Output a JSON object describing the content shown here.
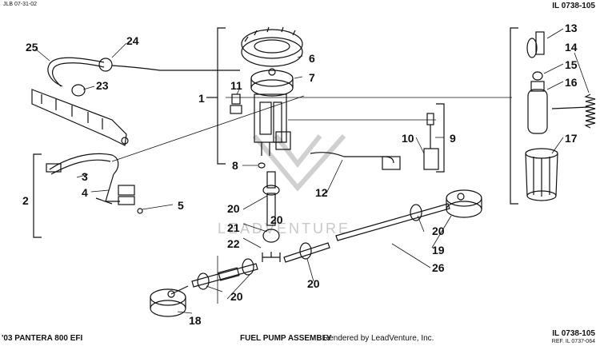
{
  "header": {
    "left_code": "JLB 07-31-02",
    "right_code": "IL 0738-105"
  },
  "footer": {
    "model": "'03 PANTERA 800 EFI",
    "title": "FUEL PUMP ASSEMBLY",
    "credit": "Rendered by LeadVenture, Inc.",
    "code": "IL 0738-105",
    "ref": "REF. IL 0737-064"
  },
  "watermark": "LEADVENTURE",
  "callouts": [
    "1",
    "2",
    "3",
    "4",
    "5",
    "6",
    "7",
    "8",
    "9",
    "10",
    "11",
    "12",
    "13",
    "14",
    "15",
    "16",
    "17",
    "18",
    "19",
    "20",
    "20",
    "20",
    "20",
    "20",
    "21",
    "22",
    "23",
    "24",
    "25",
    "26"
  ]
}
